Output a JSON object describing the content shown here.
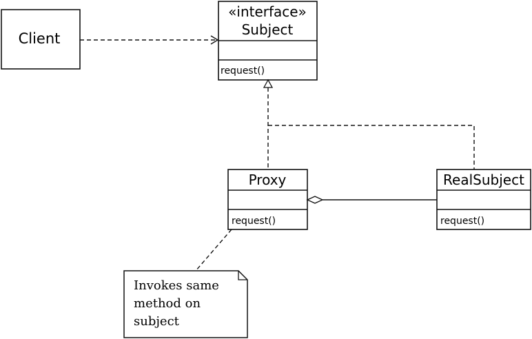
{
  "client": {
    "name": "Client"
  },
  "subject": {
    "stereotype": "«interface»",
    "name": "Subject",
    "attributes": "",
    "method": "request()"
  },
  "proxy": {
    "name": "Proxy",
    "attributes": "",
    "method": "request()"
  },
  "real_subject": {
    "name": "RealSubject",
    "attributes": "",
    "method": "request()"
  },
  "note": {
    "lines": [
      "Invokes same",
      "method on",
      "subject"
    ]
  }
}
